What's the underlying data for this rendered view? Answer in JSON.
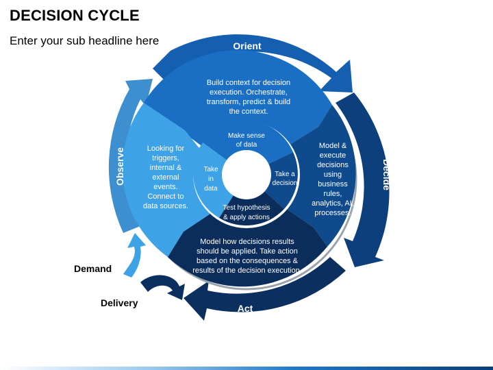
{
  "title": "DECISION CYCLE",
  "subtitle": "Enter your sub headline here",
  "arrows": {
    "orient": "Orient",
    "decide": "Decide",
    "act": "Act",
    "observe": "Observe"
  },
  "segments": {
    "orient": [
      "Build context for decision",
      "execution. Orchestrate,",
      "transform, predict & build",
      "the context."
    ],
    "decide": [
      "Model &",
      "execute",
      "decisions",
      "using",
      "business",
      "rules,",
      "analytics, AI,",
      "processes."
    ],
    "act": [
      "Model how decisions results",
      "should be applied. Take action",
      "based on the consequences &",
      "results of the decision execution."
    ],
    "observe": [
      "Looking for",
      "triggers,",
      "internal &",
      "external",
      "events.",
      "Connect to",
      "data sources."
    ]
  },
  "inner": {
    "make_sense": [
      "Make sense",
      "of data"
    ],
    "take_decision": [
      "Take a",
      "decision"
    ],
    "test": [
      "Test hypothesis",
      "& apply actions"
    ],
    "take_data": [
      "Take",
      "in",
      "data"
    ]
  },
  "labels": {
    "demand": "Demand",
    "delivery": "Delivery"
  },
  "colors": {
    "orient": "#1a6fc4",
    "decide": "#0f4a8c",
    "act": "#0a2d5c",
    "observe": "#3ea2e6",
    "arrow_orient": "#145fb0",
    "arrow_decide": "#0d3f7c",
    "arrow_act": "#0b2f5e",
    "arrow_observe": "#3d8fd0"
  }
}
